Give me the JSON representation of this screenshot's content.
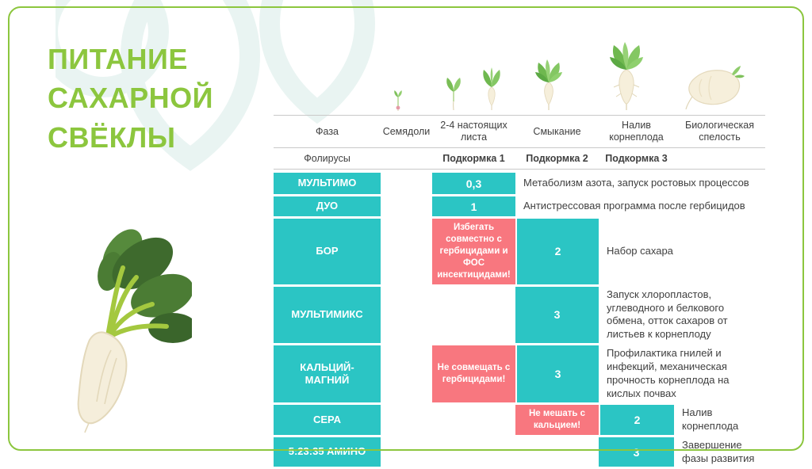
{
  "slide": {
    "title_lines": [
      "ПИТАНИЕ",
      "САХАРНОЙ",
      "СВЁКЛЫ"
    ]
  },
  "colors": {
    "accent_green": "#8cc63e",
    "teal": "#2bc5c4",
    "warning_pink": "#f8777f",
    "text": "#3f3f3f"
  },
  "table": {
    "phase_row_label": "Фаза",
    "folirus_row_label": "Фолирусы",
    "phases": [
      "Семядоли",
      "2-4 настоящих листа",
      "Смыкание",
      "Налив корнеплода",
      "Биологическая спелость"
    ],
    "feedings": [
      "Подкормка 1",
      "Подкормка 2",
      "Подкормка 3"
    ],
    "stage_icons": [
      "cotyledon-sprout-icon",
      "seedling-icon",
      "young-plant-icon",
      "leaf-canopy-icon",
      "root-filling-plant-icon",
      "mature-beet-icon"
    ],
    "rows": [
      {
        "product": "МУЛЬТИМО",
        "dose": "0,3",
        "description": "Метаболизм азота, запуск ростовых процессов"
      },
      {
        "product": "ДУО",
        "dose": "1",
        "description": "Антистрессовая программа после гербицидов"
      },
      {
        "product": "БОР",
        "warning": "Избегать совместно с гербицидами и ФОС инсектицидами!",
        "dose": "2",
        "description": "Набор сахара"
      },
      {
        "product": "МУЛЬТИМИКС",
        "dose": "3",
        "description": "Запуск хлоропластов, углеводного и белкового обмена, отток сахаров от листьев к корнеплоду"
      },
      {
        "product": "КАЛЬЦИЙ-\nМАГНИЙ",
        "warning": "Не совмещать с гербицидами!",
        "dose": "3",
        "description": "Профилактика гнилей и инфекций, механическая прочность корнеплода на кислых почвах"
      },
      {
        "product": "СЕРА",
        "warning": "Не мешать с кальцием!",
        "dose": "2",
        "description": "Налив корнеплода"
      },
      {
        "product": "5:23:35 АМИНО",
        "dose": "3",
        "description": "Завершение фазы развития"
      }
    ]
  }
}
